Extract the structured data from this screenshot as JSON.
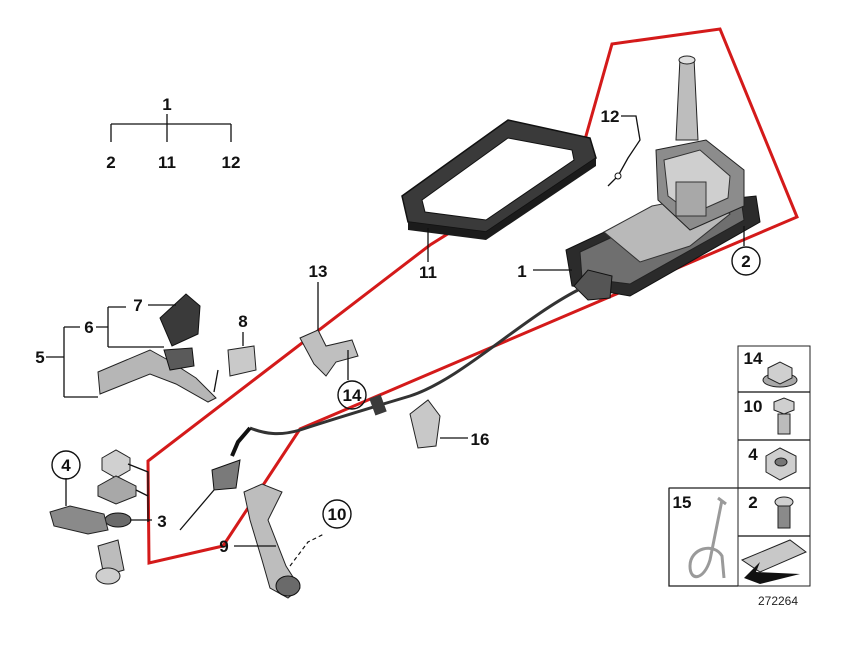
{
  "tree": {
    "root": "1",
    "children": [
      "2",
      "11",
      "12"
    ]
  },
  "callouts": {
    "c1": "1",
    "c2": "2",
    "c3": "3",
    "c4": "4",
    "c5": "5",
    "c6": "6",
    "c7": "7",
    "c8": "8",
    "c9": "9",
    "c10": "10",
    "c11": "11",
    "c12": "12",
    "c13": "13",
    "c14": "14",
    "c16": "16"
  },
  "legend": {
    "items": [
      {
        "label": "14",
        "icon": "flange-nut-icon"
      },
      {
        "label": "10",
        "icon": "hex-bolt-icon"
      },
      {
        "label": "4",
        "icon": "hex-nut-icon"
      },
      {
        "label": "15",
        "icon": "spring-clip-icon"
      },
      {
        "label": "2",
        "icon": "screw-washer-icon"
      }
    ],
    "arrow_icon": "assembly-arrow-icon"
  },
  "diagram_id": "272264",
  "colors": {
    "outline": "#d41a1a",
    "line": "#111111",
    "part": "#9a9a9a",
    "dark_part": "#2b2b2b"
  }
}
